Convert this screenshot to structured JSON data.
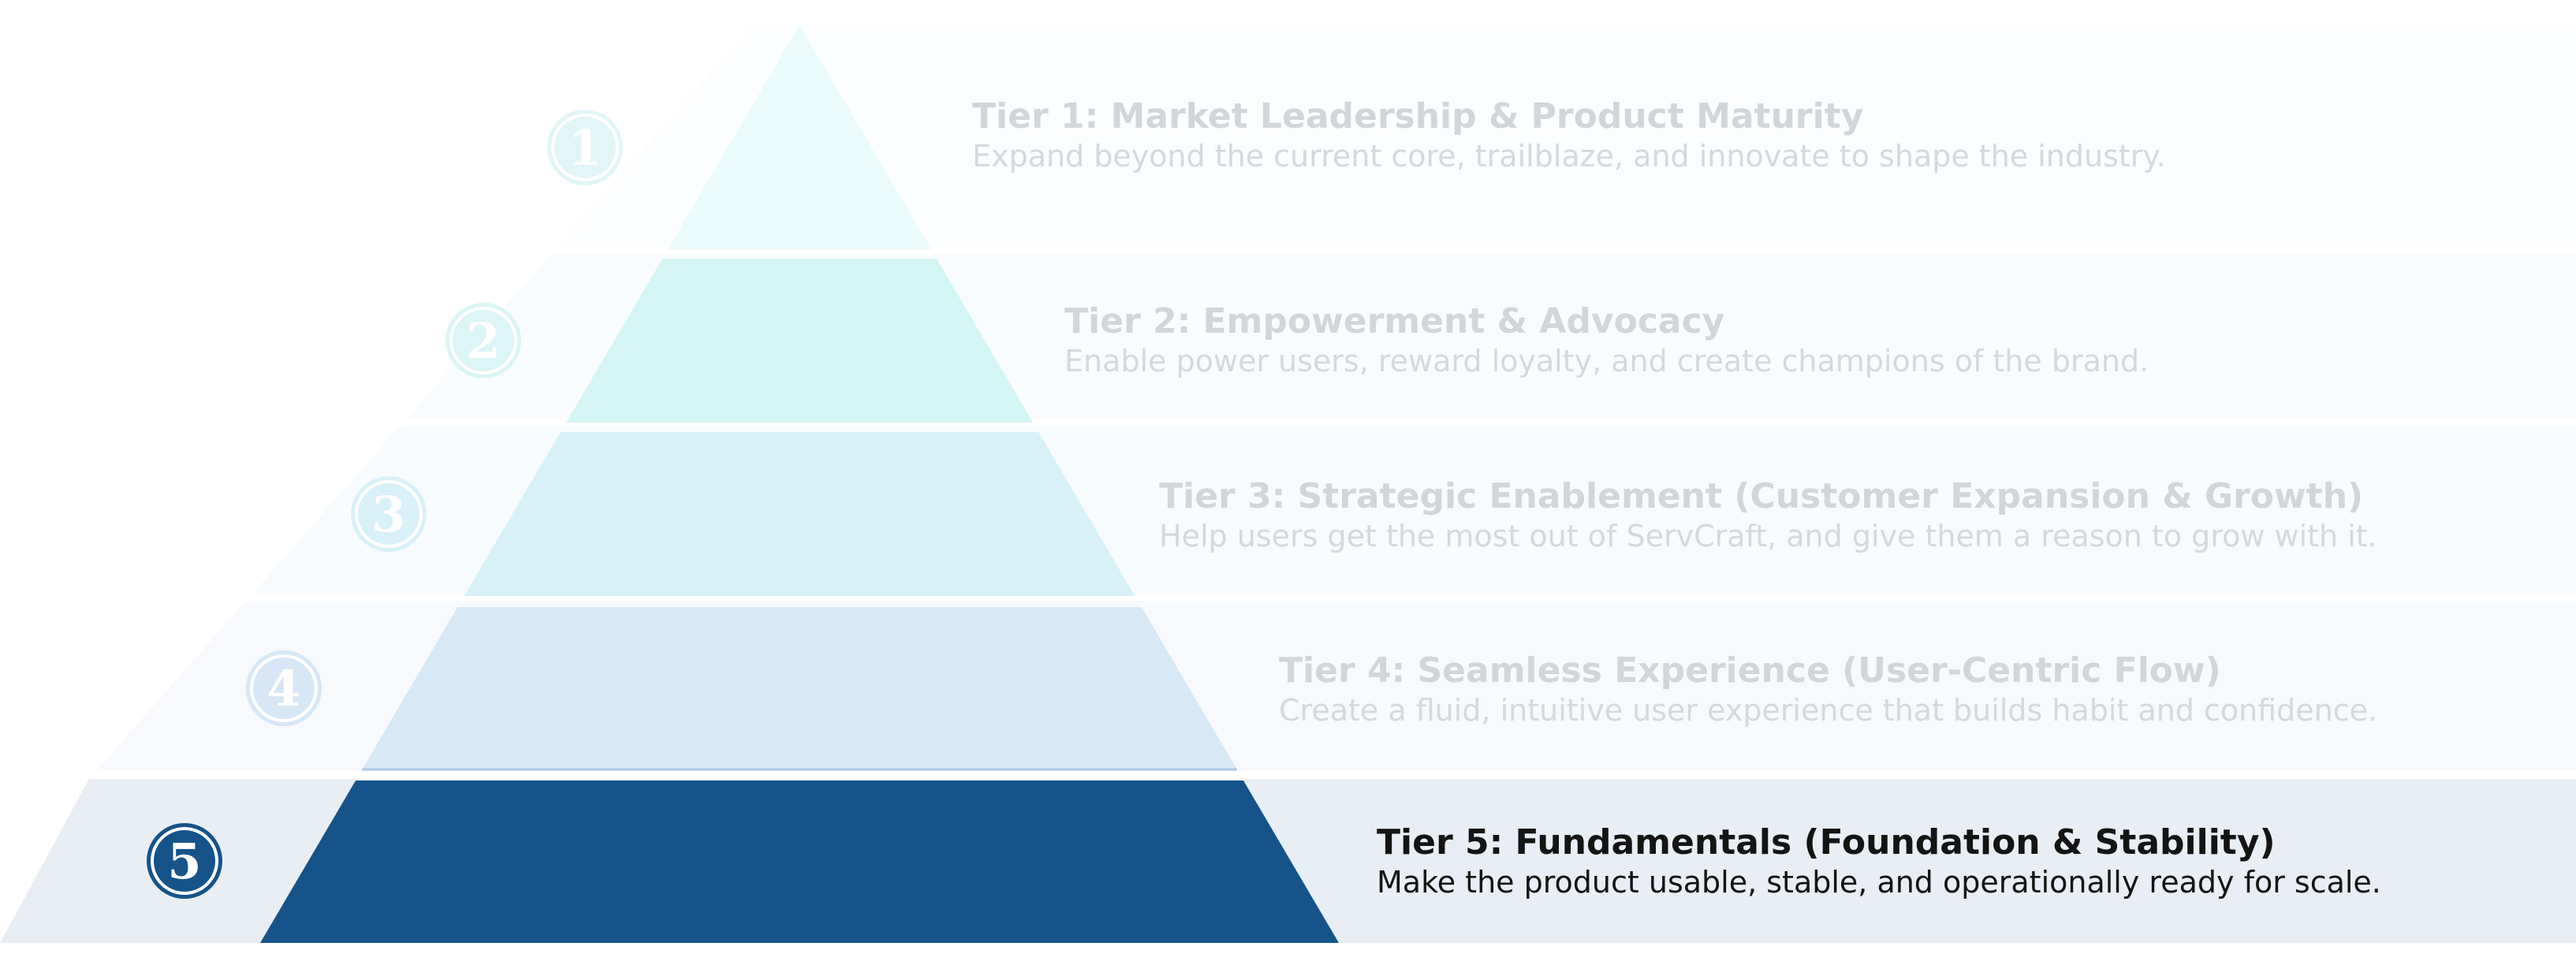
{
  "tiers": [
    {
      "badge": "1",
      "title": "Tier 1: Market Leadership & Product Maturity",
      "description": "Expand beyond the current core, trailblaze, and innovate to shape the industry.",
      "state": "faded",
      "colors": {
        "fill": "#e9fbfa",
        "band": "#fbfdfe",
        "badge": "#e3f6f7"
      }
    },
    {
      "badge": "2",
      "title": "Tier 2: Empowerment & Advocacy",
      "description": "Enable power users, reward loyalty, and create champions of the brand.",
      "state": "faded",
      "colors": {
        "fill": "#d6f6f5",
        "band": "#f9fcfe",
        "badge": "#dcf5f6"
      }
    },
    {
      "badge": "3",
      "title": "Tier 3: Strategic Enablement (Customer Expansion & Growth)",
      "description": "Help users get the most out of ServCraft, and give them a reason to grow with it.",
      "state": "faded",
      "colors": {
        "fill": "#d8f2fa",
        "band": "#f8fbfd",
        "badge": "#d9f1f9"
      }
    },
    {
      "badge": "4",
      "title": "Tier 4: Seamless Experience (User-Centric Flow)",
      "description": "Create a fluid, intuitive user experience that builds habit and confidence.",
      "state": "faded",
      "colors": {
        "fill": "#d7e8f6",
        "band": "#f7f9fc",
        "badge": "#d7e7f5"
      }
    },
    {
      "badge": "5",
      "title": "Tier 5: Fundamentals (Foundation & Stability)",
      "description": "Make the product usable, stable, and operationally ready for scale.",
      "state": "active",
      "colors": {
        "fill": "#15538a",
        "band": "#e9eef5",
        "badge": "#15538a"
      }
    }
  ]
}
